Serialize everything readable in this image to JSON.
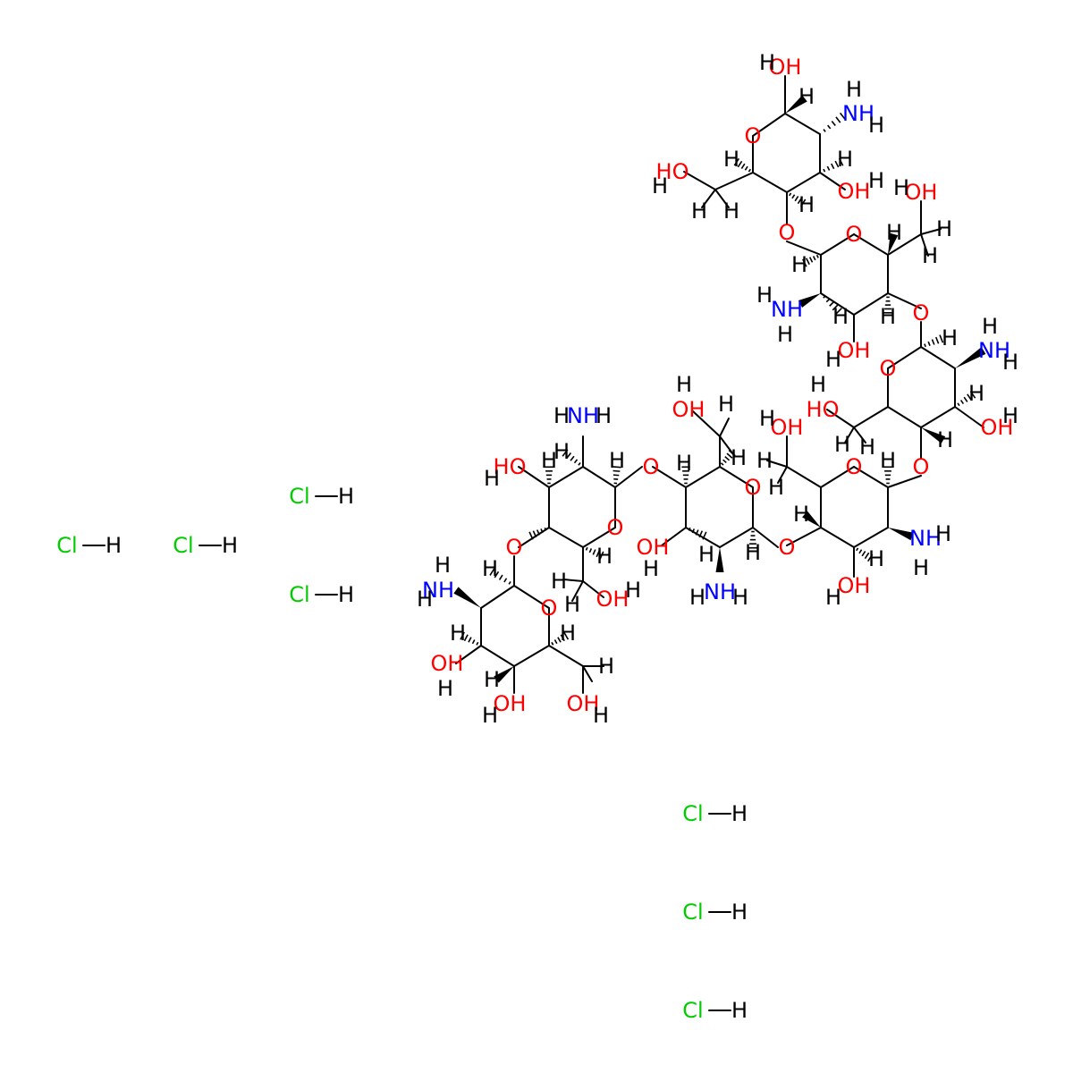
{
  "colors": {
    "carbon_bond": "#000000",
    "oxygen": "#ff0000",
    "nitrogen": "#0000ff",
    "chlorine": "#00cc00",
    "hydrogen": "#000000"
  },
  "labels": {
    "oxygen": "O",
    "hydroxyl": "OH",
    "hydroxyl_left": "HO",
    "amine": "NH",
    "hydrogen": "H",
    "chlorine": "Cl"
  },
  "hcl_salts": [
    {
      "cl": "Cl",
      "h": "H"
    },
    {
      "cl": "Cl",
      "h": "H"
    },
    {
      "cl": "Cl",
      "h": "H"
    },
    {
      "cl": "Cl",
      "h": "H"
    },
    {
      "cl": "Cl",
      "h": "H"
    },
    {
      "cl": "Cl",
      "h": "H"
    },
    {
      "cl": "Cl",
      "h": "H"
    }
  ]
}
